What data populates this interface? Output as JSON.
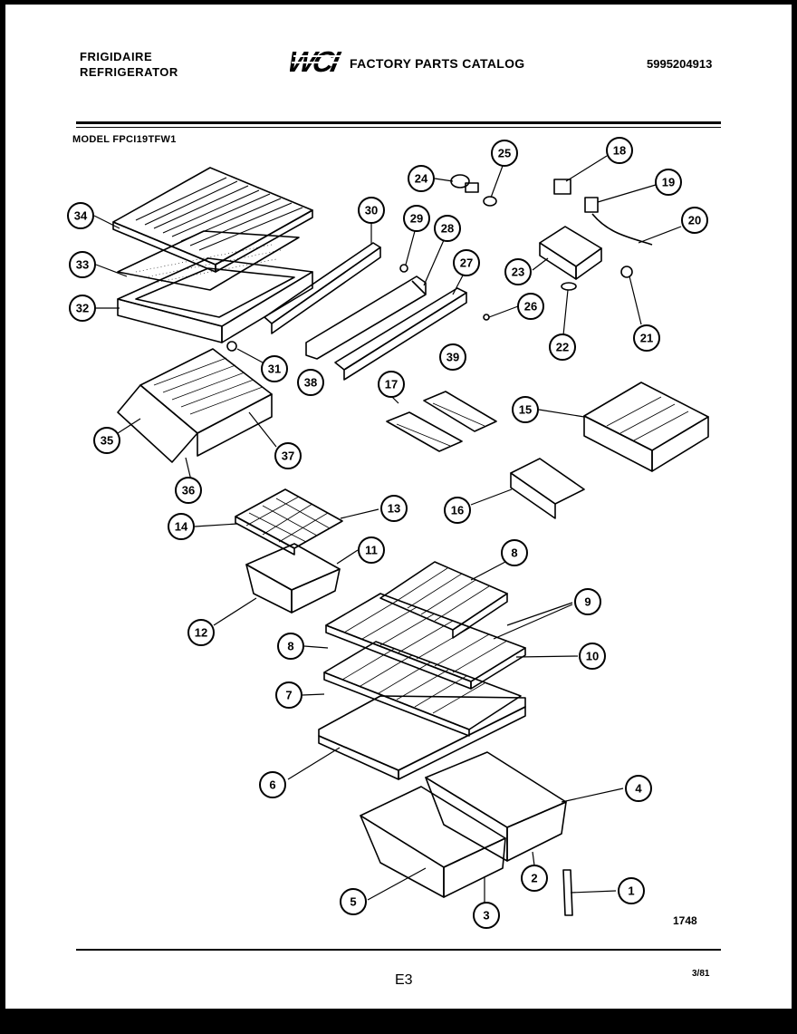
{
  "header": {
    "brand_line1": "FRIGIDAIRE",
    "brand_line2": "REFRIGERATOR",
    "logo_text": "WCI",
    "catalog_title": "FACTORY PARTS CATALOG",
    "doc_number": "5995204913",
    "model_label": "MODEL FPCI19TFW1"
  },
  "callouts": [
    "34",
    "33",
    "32",
    "24",
    "25",
    "30",
    "29",
    "28",
    "27",
    "26",
    "18",
    "19",
    "20",
    "23",
    "21",
    "22",
    "31",
    "38",
    "39",
    "17",
    "15",
    "35",
    "37",
    "36",
    "14",
    "13",
    "11",
    "16",
    "12",
    "8",
    "9",
    "8",
    "10",
    "7",
    "6",
    "4",
    "5",
    "3",
    "2",
    "1"
  ],
  "footer": {
    "diagram_number": "1748",
    "page_code": "E3",
    "date_code": "3/81"
  }
}
